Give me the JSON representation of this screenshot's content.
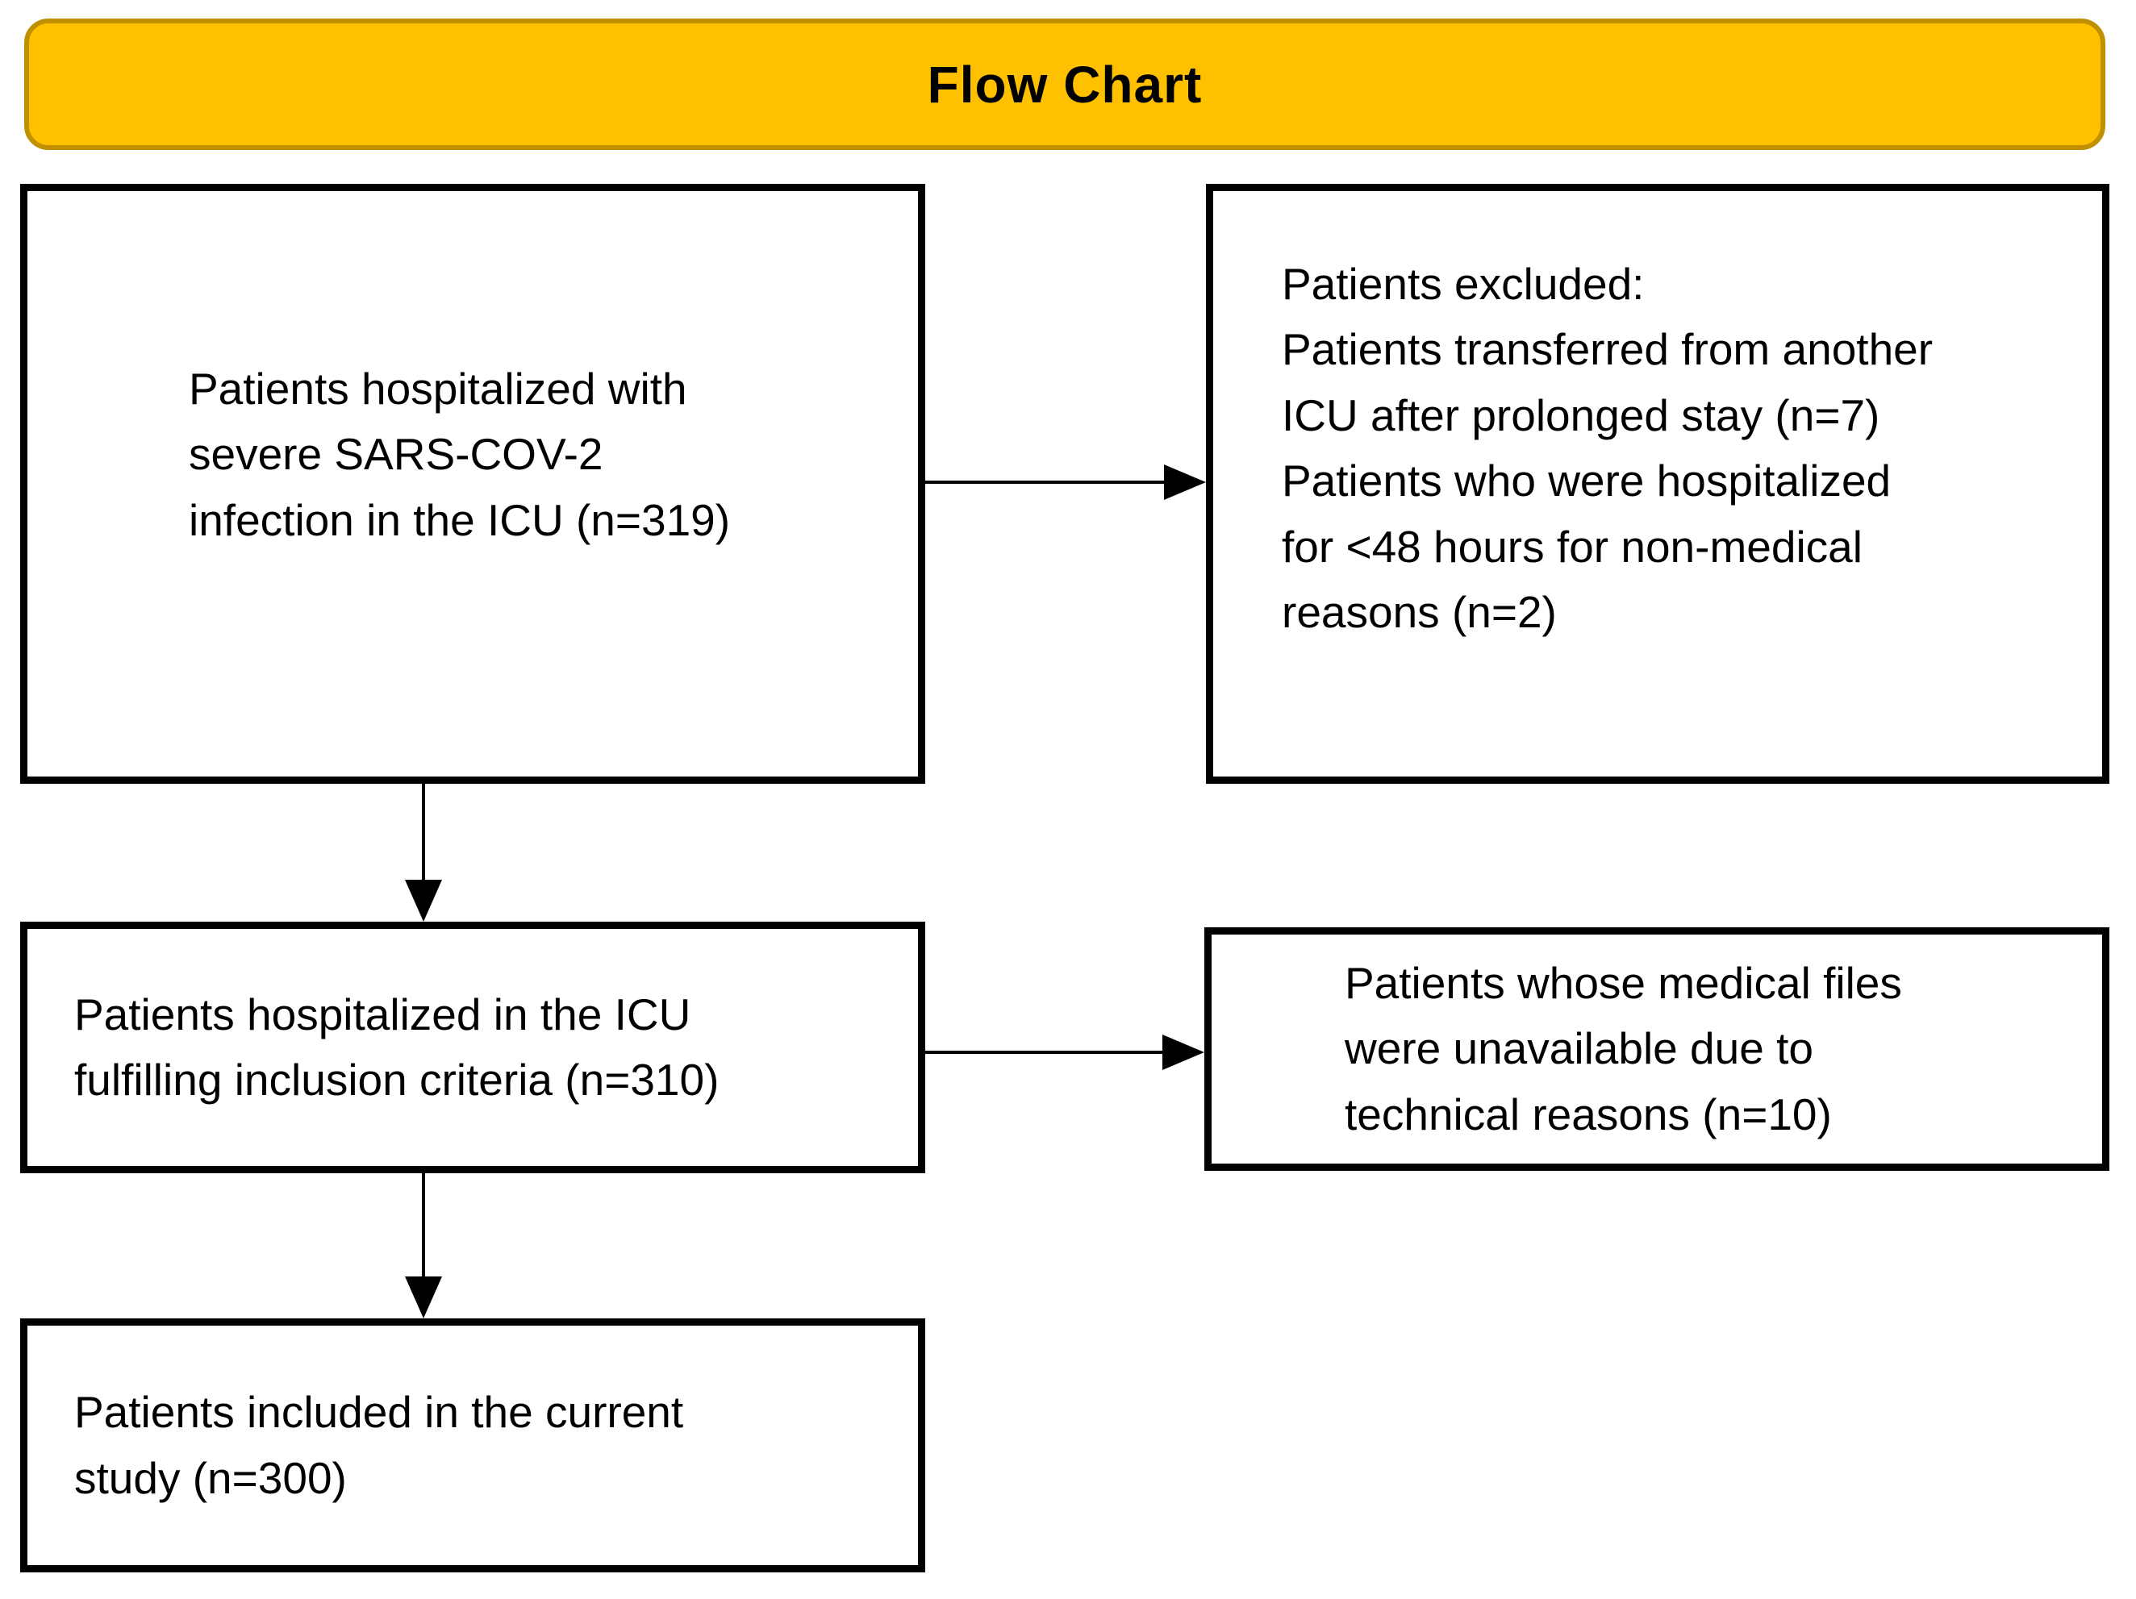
{
  "figure": {
    "title": "Flow Chart"
  },
  "colors": {
    "background": "#ffffff",
    "banner_fill": "#ffc000",
    "banner_border": "#bf9000",
    "box_border": "#000000",
    "box_fill": "#ffffff",
    "text": "#000000",
    "arrow": "#000000"
  },
  "boxes": [
    {
      "id": "initial-cohort",
      "text": "Patients hospitalized with\nsevere SARS-COV-2\ninfection in the ICU (n=319)"
    },
    {
      "id": "excluded-patients",
      "text": "Patients excluded:\nPatients transferred from another\nICU after prolonged stay (n=7)\nPatients who were hospitalized\nfor <48 hours for non-medical\nreasons (n=2)"
    },
    {
      "id": "inclusion-criteria",
      "text": "Patients hospitalized in the ICU\nfulfilling inclusion criteria (n=310)"
    },
    {
      "id": "unavailable-files",
      "text": "Patients whose medical files\nwere unavailable due to\ntechnical reasons (n=10)"
    },
    {
      "id": "included-study",
      "text": "Patients included in the current\nstudy (n=300)"
    }
  ],
  "arrows": [
    {
      "from": "initial-cohort",
      "to": "excluded-patients",
      "direction": "right"
    },
    {
      "from": "initial-cohort",
      "to": "inclusion-criteria",
      "direction": "down"
    },
    {
      "from": "inclusion-criteria",
      "to": "unavailable-files",
      "direction": "right"
    },
    {
      "from": "inclusion-criteria",
      "to": "included-study",
      "direction": "down"
    }
  ]
}
